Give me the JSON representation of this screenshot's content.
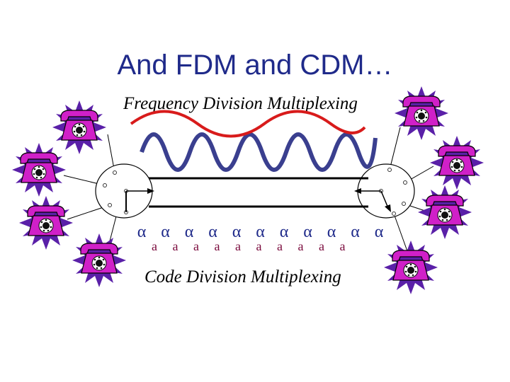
{
  "slide": {
    "title": "And FDM and CDM…",
    "fdm_label": "Frequency Division Multiplexing",
    "cdm_label": "Code Division Multiplexing"
  },
  "cdm_codes": {
    "greek": [
      "α",
      "α",
      "α",
      "α",
      "α",
      "α",
      "α",
      "α",
      "α",
      "α",
      "α"
    ],
    "latin": [
      "a",
      "a",
      "a",
      "a",
      "a",
      "a",
      "a",
      "a",
      "a",
      "a"
    ]
  },
  "phones": [
    {
      "side": "left",
      "icon": "telephone-icon"
    },
    {
      "side": "left",
      "icon": "telephone-icon"
    },
    {
      "side": "left",
      "icon": "telephone-icon"
    },
    {
      "side": "left",
      "icon": "telephone-icon"
    },
    {
      "side": "right",
      "icon": "telephone-icon"
    },
    {
      "side": "right",
      "icon": "telephone-icon"
    },
    {
      "side": "right",
      "icon": "telephone-icon"
    },
    {
      "side": "right",
      "icon": "telephone-icon"
    }
  ],
  "colors": {
    "title": "#1f2a8a",
    "red_wave": "#d81b1b",
    "blue_wave": "#3a3f8f",
    "phone": "#d020c8",
    "burst": "#5a20a8",
    "link": "#000000"
  }
}
